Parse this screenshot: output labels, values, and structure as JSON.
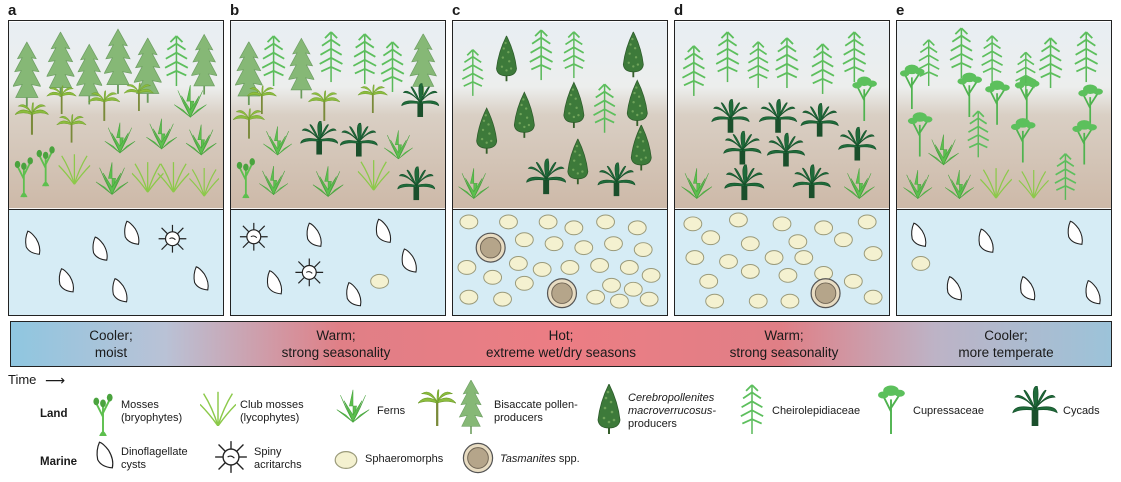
{
  "panels": [
    {
      "letter": "a"
    },
    {
      "letter": "b"
    },
    {
      "letter": "c"
    },
    {
      "letter": "d"
    },
    {
      "letter": "e"
    }
  ],
  "climate": [
    {
      "line1": "Cooler;",
      "line2": "moist"
    },
    {
      "line1": "Warm;",
      "line2": "strong seasonality"
    },
    {
      "line1": "Hot;",
      "line2": "extreme wet/dry seasons"
    },
    {
      "line1": "Warm;",
      "line2": "strong seasonality"
    },
    {
      "line1": "Cooler;",
      "line2": "more temperate"
    }
  ],
  "time": {
    "label": "Time",
    "arrow": "⟶"
  },
  "legend": {
    "land_label": "Land",
    "marine_label": "Marine",
    "land_items": [
      {
        "icon": "moss-icon",
        "line1": "Mosses",
        "line2": "(bryophytes)"
      },
      {
        "icon": "club-moss-icon",
        "line1": "Club mosses",
        "line2": "(lycophytes)"
      },
      {
        "icon": "fern-icon",
        "line1": "Ferns",
        "line2": ""
      },
      {
        "icon": "bisaccate-icon",
        "line1": "Bisaccate pollen-",
        "line2": "producers"
      },
      {
        "icon": "cerebropollenites-icon",
        "line1": "Cerebropollenites",
        "line2": "macroverrucosus-",
        "line3": "producers"
      },
      {
        "icon": "cheirolepidiaceae-icon",
        "line1": "Cheirolepidiaceae",
        "line2": ""
      },
      {
        "icon": "cupressaceae-icon",
        "line1": "Cupressaceae",
        "line2": ""
      },
      {
        "icon": "cycad-icon",
        "line1": "Cycads",
        "line2": ""
      }
    ],
    "marine_items": [
      {
        "icon": "dinoflagellate-cyst-icon",
        "line1": "Dinoflagellate",
        "line2": "cysts"
      },
      {
        "icon": "spiny-acritarch-icon",
        "line1": "Spiny",
        "line2": "acritarchs"
      },
      {
        "icon": "sphaeromorph-icon",
        "line1": "Sphaeromorphs",
        "line2": ""
      },
      {
        "icon": "tasmanites-icon",
        "line1": "Tasmanites",
        "line2": "spp."
      }
    ]
  },
  "colors": {
    "conifer": "#7bb56b",
    "cheiro": "#5dbf5d",
    "fern": "#5cc04e",
    "cycad": "#1f6b3a",
    "cerebro": "#3d7a3a",
    "palm": "#8cbd3e",
    "sphaeromorph": "#f4f1d0",
    "tasmanites": "#b5a58a",
    "sea": "#d6ecf5"
  }
}
